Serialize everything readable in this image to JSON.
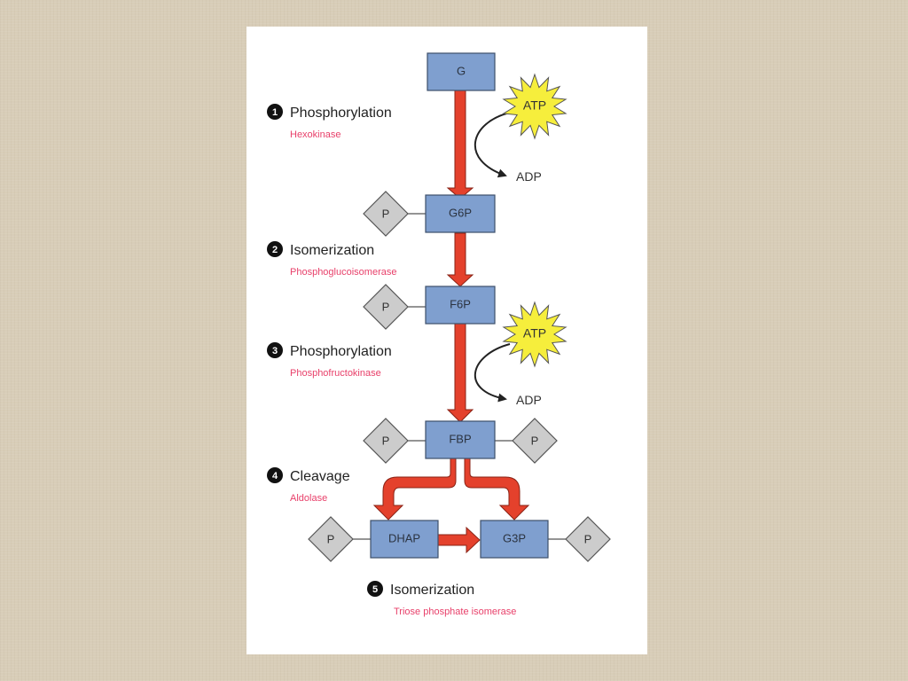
{
  "nodes": {
    "g": "G",
    "g6p": "G6P",
    "f6p": "F6P",
    "fbp": "FBP",
    "dhap": "DHAP",
    "g3p": "G3P"
  },
  "phosphate": "P",
  "atp": "ATP",
  "adp": "ADP",
  "steps": [
    {
      "number": "1",
      "title": "Phosphorylation",
      "enzyme": "Hexokinase"
    },
    {
      "number": "2",
      "title": "Isomerization",
      "enzyme": "Phosphoglucoisomerase"
    },
    {
      "number": "3",
      "title": "Phosphorylation",
      "enzyme": "Phosphofructokinase"
    },
    {
      "number": "4",
      "title": "Cleavage",
      "enzyme": "Aldolase"
    },
    {
      "number": "5",
      "title": "Isomerization",
      "enzyme": "Triose phosphate isomerase"
    }
  ],
  "colors": {
    "node_fill": "#7f9fcf",
    "arrow_red": "#e4412c",
    "atp_yellow": "#f6ee3c",
    "enzyme_pink": "#e8406a",
    "phosphate_gray": "#cccccc"
  }
}
